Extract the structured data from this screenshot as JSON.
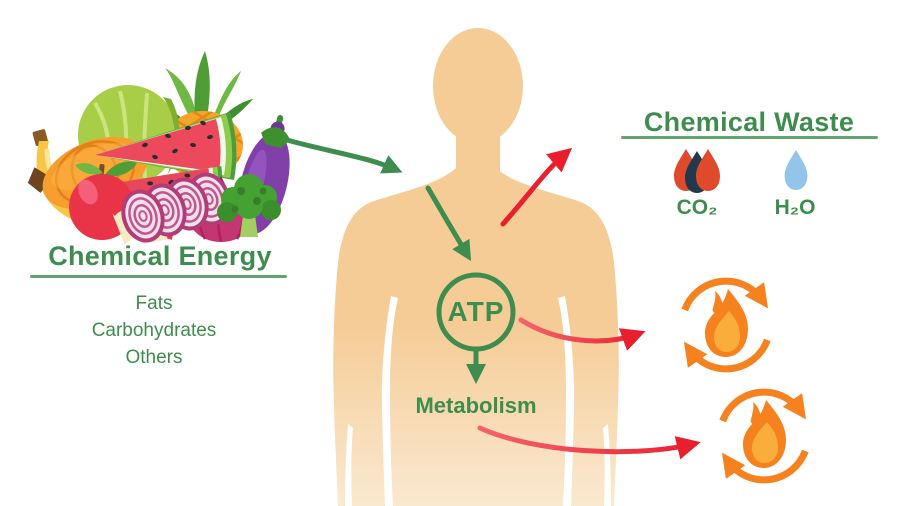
{
  "diagram": {
    "energy": {
      "heading": "Chemical Energy",
      "items": [
        "Fats",
        "Carbohydrates",
        "Others"
      ]
    },
    "body": {
      "atp": "ATP",
      "metabolism": "Metabolism"
    },
    "waste": {
      "heading": "Chemical Waste",
      "co2": "CO₂",
      "h2o": "H₂O"
    }
  },
  "icons": {
    "fruits-vegetables-illustration": "pile of fruits and vegetables (banana, squash, cabbage, pineapple, watermelon, apple, onion slices, red onion, eggplant, broccoli)",
    "human-body-silhouette": "tan human torso silhouette",
    "co2-flames-icon": "three flame/drop shapes (red, navy, red)",
    "water-drop-icon": "light blue water droplet",
    "fire-cycle-icon": "flame inside circular orange recycle arrows",
    "arrow-food-to-body": "green curved arrow",
    "arrow-body-to-atp": "green curved arrow",
    "arrow-atp-to-metabolism": "green straight arrow",
    "arrow-body-to-waste": "red curved arrow",
    "arrow-atp-to-energy": "red curved arrow",
    "arrow-metabolism-to-energy": "red curved arrow"
  },
  "colors": {
    "green": "#3E8D4E",
    "underline_green": "#63A56F",
    "red": "#E81F2C",
    "red_light": "#F4636C",
    "orange": "#F6821F",
    "flame_inner": "#FBAD3C",
    "body_tan": "#F5CC96",
    "body_fade": "#FAE9D0",
    "co2_flame": "#DF4A2B",
    "co2_dark": "#21394B",
    "water_blue": "#93C5EA"
  }
}
